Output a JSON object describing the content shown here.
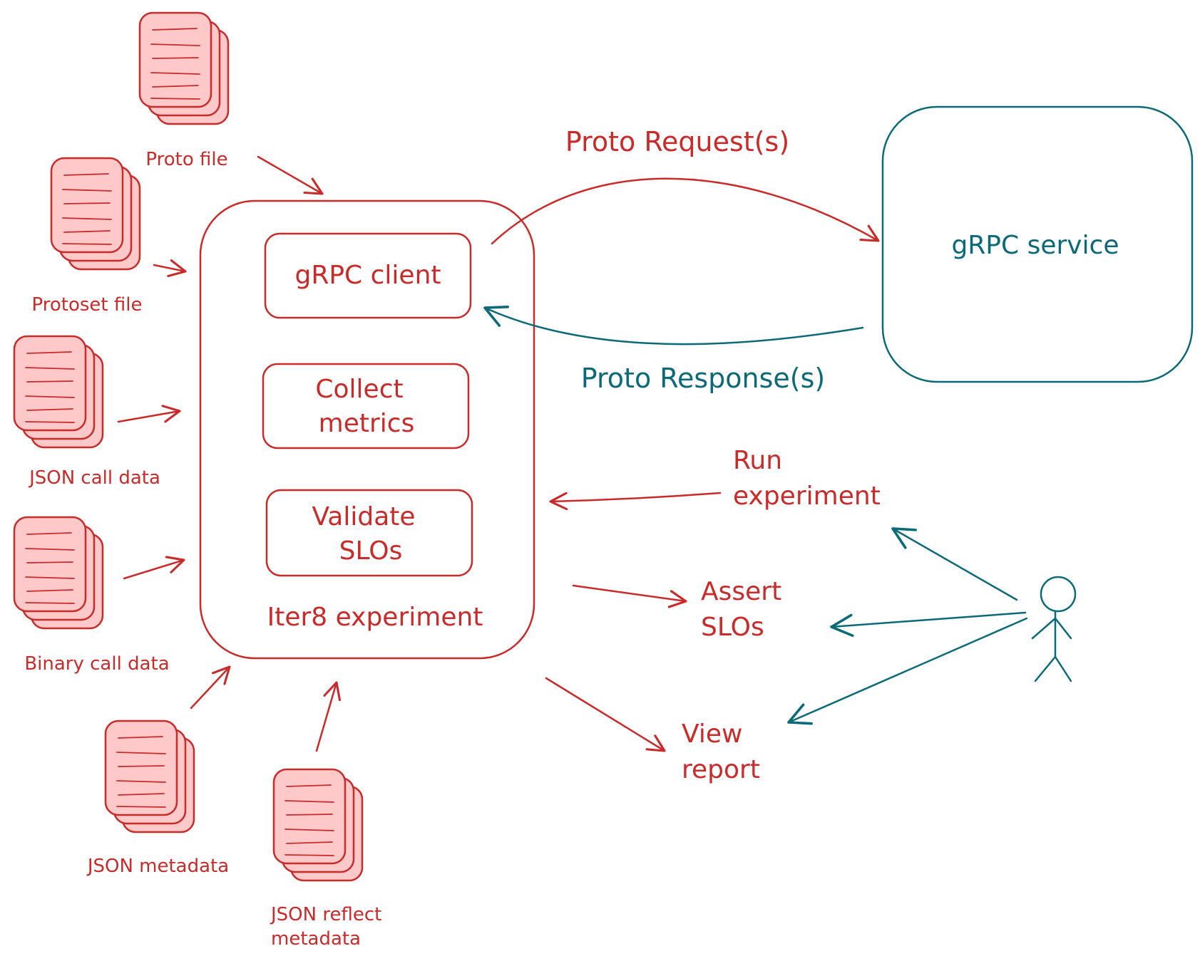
{
  "colors": {
    "primary": "#c92a2a",
    "secondary": "#0c6a78",
    "doc_fill": "#ffc9c9",
    "background": "#ffffff"
  },
  "inputs": {
    "proto_file": "Proto file",
    "protoset_file": "Protoset file",
    "json_call_data": "JSON call data",
    "binary_call_data": "Binary call data",
    "json_metadata": "JSON metadata",
    "json_reflect_metadata": [
      "JSON reflect",
      "metadata"
    ]
  },
  "experiment": {
    "title": "Iter8 experiment",
    "steps": {
      "grpc_client": [
        "gRPC client"
      ],
      "collect_metrics": [
        "Collect",
        "metrics"
      ],
      "validate_slos": [
        "Validate",
        "SLOs"
      ]
    }
  },
  "service": {
    "label": "gRPC service"
  },
  "flows": {
    "request": "Proto Request(s)",
    "response": "Proto Response(s)"
  },
  "actions": {
    "run_experiment": [
      "Run",
      "experiment"
    ],
    "assert_slos": [
      "Assert",
      "SLOs"
    ],
    "view_report": [
      "View",
      "report"
    ]
  },
  "icons": {
    "document": "document-stack-icon",
    "user": "stick-figure-icon"
  }
}
